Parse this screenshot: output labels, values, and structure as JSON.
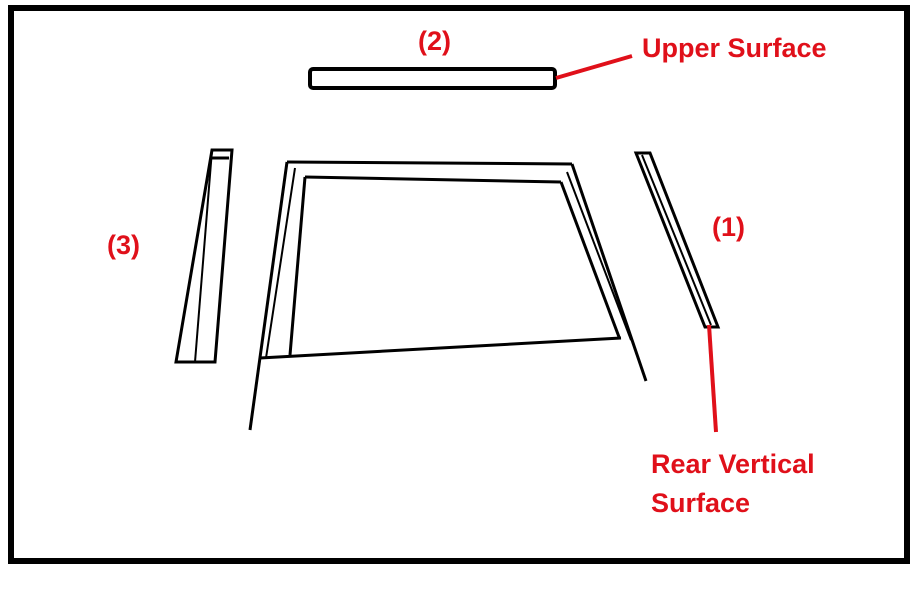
{
  "colors": {
    "frame": "#000000",
    "annotation": "#e0101a",
    "background": "#ffffff"
  },
  "labels": {
    "part1": "(1)",
    "part2": "(2)",
    "part3": "(3)",
    "upper_surface": "Upper Surface",
    "rear_vertical_line1": "Rear Vertical",
    "rear_vertical_line2": "Surface"
  }
}
